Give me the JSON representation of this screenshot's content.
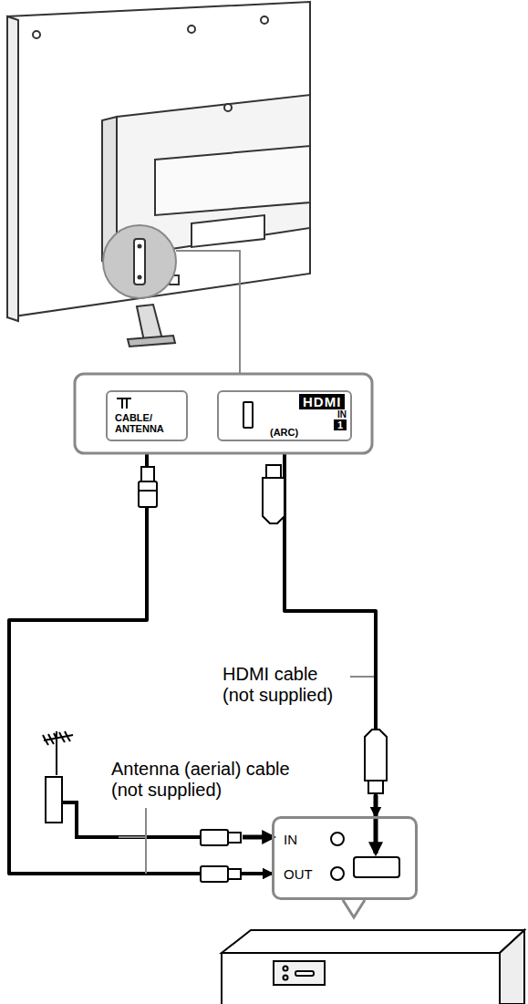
{
  "diagram": {
    "nodes": [
      {
        "text": [
          "CABLE/ ANTENNA"
        ]
      },
      {
        "text": [
          "HDMI",
          "IN",
          "1",
          "(ARC)"
        ]
      },
      {
        "text": [
          "IN",
          "OUT"
        ]
      }
    ],
    "edges": [
      {
        "from": 2,
        "to": 0,
        "arrow": "both"
      },
      {
        "from": 2,
        "to": 1,
        "arrow": "both"
      }
    ],
    "labels": [
      "HDMI cable (not supplied)",
      "Antenna (aerial) cable (not supplied)"
    ]
  }
}
